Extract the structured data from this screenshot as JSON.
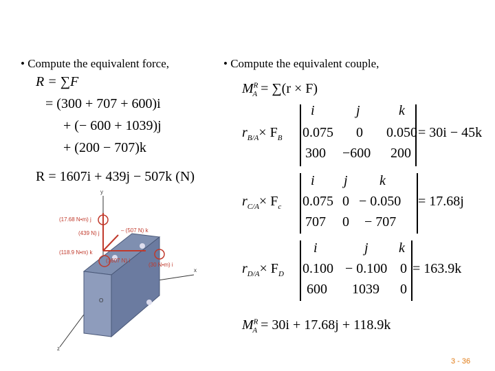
{
  "left": {
    "bullet_text": "Compute the equivalent force,",
    "eq1": "R = ∑F",
    "eq2_prefix": "= ",
    "eq2": "(300 + 707 + 600)i",
    "eq3": "+ (− 600 + 1039)j",
    "eq4": "+ (200 − 707)k",
    "eq5": "R = 1607i + 439j − 507k (N)"
  },
  "right": {
    "bullet_text": "Compute the equivalent couple,",
    "couple_eq": "M",
    "couple_sup": "R",
    "couple_sub": "A",
    "couple_rhs": "= ∑(r × F)",
    "ijk": [
      "i",
      "j",
      "k"
    ],
    "rB": {
      "lhs_r": "r",
      "lhs_r_sub": "B/A",
      "lhs_F": "× F",
      "lhs_F_sub": "B",
      "row1": [
        "0.075",
        "0",
        "0.050"
      ],
      "row2": [
        "300",
        "−600",
        "200"
      ],
      "result": "= 30i − 45k"
    },
    "rC": {
      "lhs_r": "r",
      "lhs_r_sub": "C/A",
      "lhs_F": "× F",
      "lhs_F_sub": "c",
      "row1": [
        "0.075",
        "0",
        "− 0.050"
      ],
      "row2": [
        "707",
        "0",
        "− 707"
      ],
      "result": "= 17.68j"
    },
    "rD": {
      "lhs_r": "r",
      "lhs_r_sub": "D/A",
      "lhs_F": "× F",
      "lhs_F_sub": "D",
      "row1": [
        "0.100",
        "− 0.100",
        "0"
      ],
      "row2": [
        "600",
        "1039",
        "0"
      ],
      "result": "= 163.9k"
    },
    "final": "M",
    "final_sup": "R",
    "final_sub": "A",
    "final_rhs": "= 30i + 17.68j + 118.9k"
  },
  "figure": {
    "labels": [
      "(17.68 N•m) j",
      "(439 N) j",
      "– (507 N) k",
      "(118.9 N•m) k",
      "(1607 N) i",
      "(30 N•m) i"
    ],
    "axes": [
      "y",
      "x",
      "z"
    ],
    "point": "O"
  },
  "page_number": "3 - 36",
  "colors": {
    "accent": "#e07a14",
    "figure_label": "#c0392b",
    "bracket": "#7f8fb0"
  }
}
